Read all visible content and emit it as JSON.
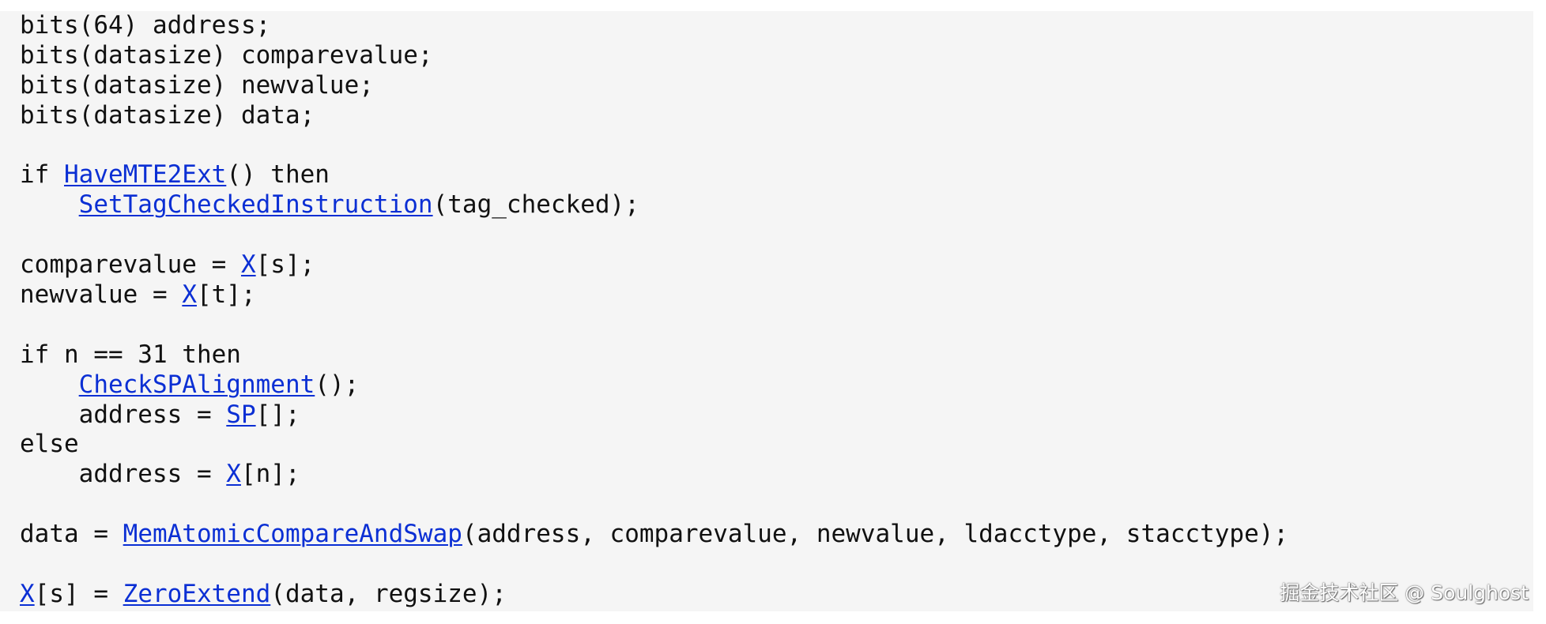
{
  "code": {
    "lines": [
      [
        {
          "t": "bits(64) address;"
        }
      ],
      [
        {
          "t": "bits(datasize) comparevalue;"
        }
      ],
      [
        {
          "t": "bits(datasize) newvalue;"
        }
      ],
      [
        {
          "t": "bits(datasize) data;"
        }
      ],
      [],
      [
        {
          "t": "if "
        },
        {
          "t": "HaveMTE2Ext",
          "link": true
        },
        {
          "t": "() then"
        }
      ],
      [
        {
          "t": "    "
        },
        {
          "t": "SetTagCheckedInstruction",
          "link": true
        },
        {
          "t": "(tag_checked);"
        }
      ],
      [],
      [
        {
          "t": "comparevalue = "
        },
        {
          "t": "X",
          "link": true
        },
        {
          "t": "[s];"
        }
      ],
      [
        {
          "t": "newvalue = "
        },
        {
          "t": "X",
          "link": true
        },
        {
          "t": "[t];"
        }
      ],
      [],
      [
        {
          "t": "if n == 31 then"
        }
      ],
      [
        {
          "t": "    "
        },
        {
          "t": "CheckSPAlignment",
          "link": true
        },
        {
          "t": "();"
        }
      ],
      [
        {
          "t": "    address = "
        },
        {
          "t": "SP",
          "link": true
        },
        {
          "t": "[];"
        }
      ],
      [
        {
          "t": "else"
        }
      ],
      [
        {
          "t": "    address = "
        },
        {
          "t": "X",
          "link": true
        },
        {
          "t": "[n];"
        }
      ],
      [],
      [
        {
          "t": "data = "
        },
        {
          "t": "MemAtomicCompareAndSwap",
          "link": true
        },
        {
          "t": "(address, comparevalue, newvalue, ldacctype, stacctype);"
        }
      ],
      [],
      [
        {
          "t": "X",
          "link": true
        },
        {
          "t": "[s] = "
        },
        {
          "t": "ZeroExtend",
          "link": true
        },
        {
          "t": "(data, regsize);"
        }
      ]
    ]
  },
  "watermark": {
    "text": "掘金技术社区 @ Soulghost"
  },
  "colors": {
    "link": "#0b2fd4",
    "text": "#111111",
    "background": "#f5f5f5"
  }
}
